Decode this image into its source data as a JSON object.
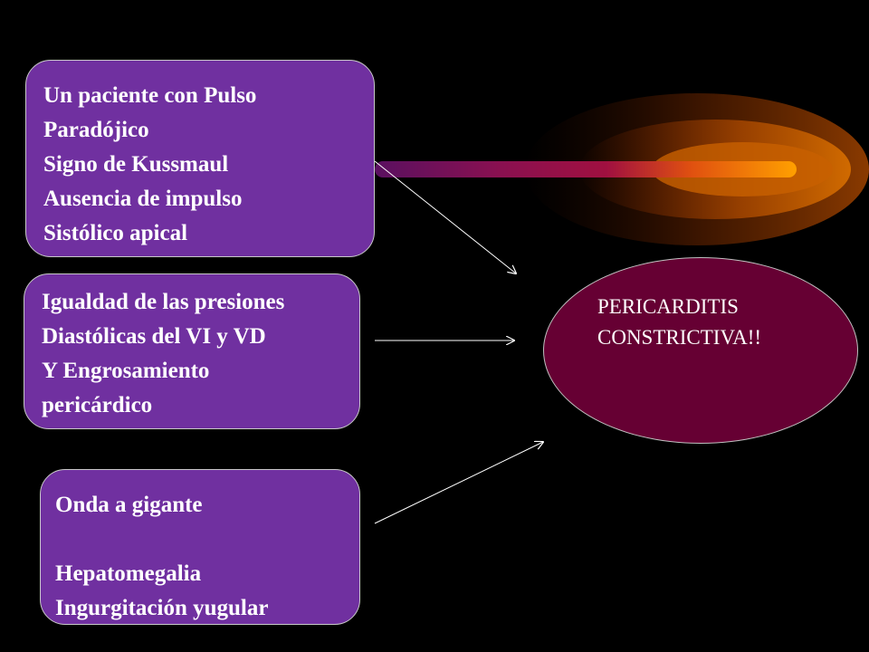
{
  "colors": {
    "background": "#000000",
    "box_fill": "#7030a0",
    "oval_fill": "#660033",
    "text": "#ffffff",
    "comet_core": "#ff9900"
  },
  "boxes": [
    {
      "lines": [
        "Un paciente con Pulso",
        "Paradójico",
        "Signo de Kussmaul",
        "Ausencia de impulso",
        "Sistólico apical"
      ]
    },
    {
      "lines": [
        "Igualdad de las presiones",
        "Diastólicas del VI y VD",
        "Y Engrosamiento",
        "pericárdico"
      ]
    },
    {
      "lines": [
        "Onda a gigante",
        "",
        "Hepatomegalia",
        "Ingurgitación yugular"
      ]
    }
  ],
  "conclusion": {
    "lines": [
      "PERICARDITIS",
      "CONSTRICTIVA!!"
    ]
  }
}
